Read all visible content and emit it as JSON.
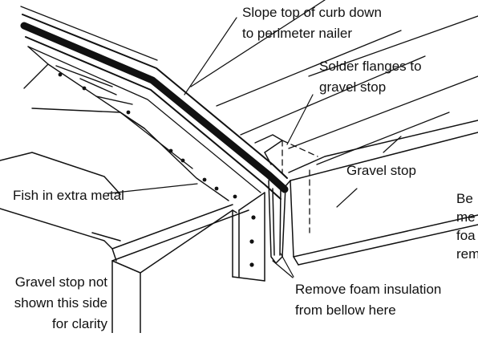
{
  "diagram": {
    "labels": {
      "slope_top_line1": "Slope top of curb down",
      "slope_top_line2": "to perimeter nailer",
      "solder_line1": "Solder flanges to",
      "solder_line2": "gravel stop",
      "gravel_stop": "Gravel stop",
      "fish_metal": "Fish in extra metal",
      "gravel_not_line1": "Gravel stop not",
      "gravel_not_line2": "shown this side",
      "gravel_not_line3": "for clarity",
      "remove_foam_line1": "Remove foam insulation",
      "remove_foam_line2": "from bellow here",
      "cut_off_line1": "Be",
      "cut_off_line2": "me",
      "cut_off_line3": "foa",
      "cut_off_line4": "rem"
    },
    "colors": {
      "ink": "#111111",
      "paper": "#ffffff"
    }
  }
}
